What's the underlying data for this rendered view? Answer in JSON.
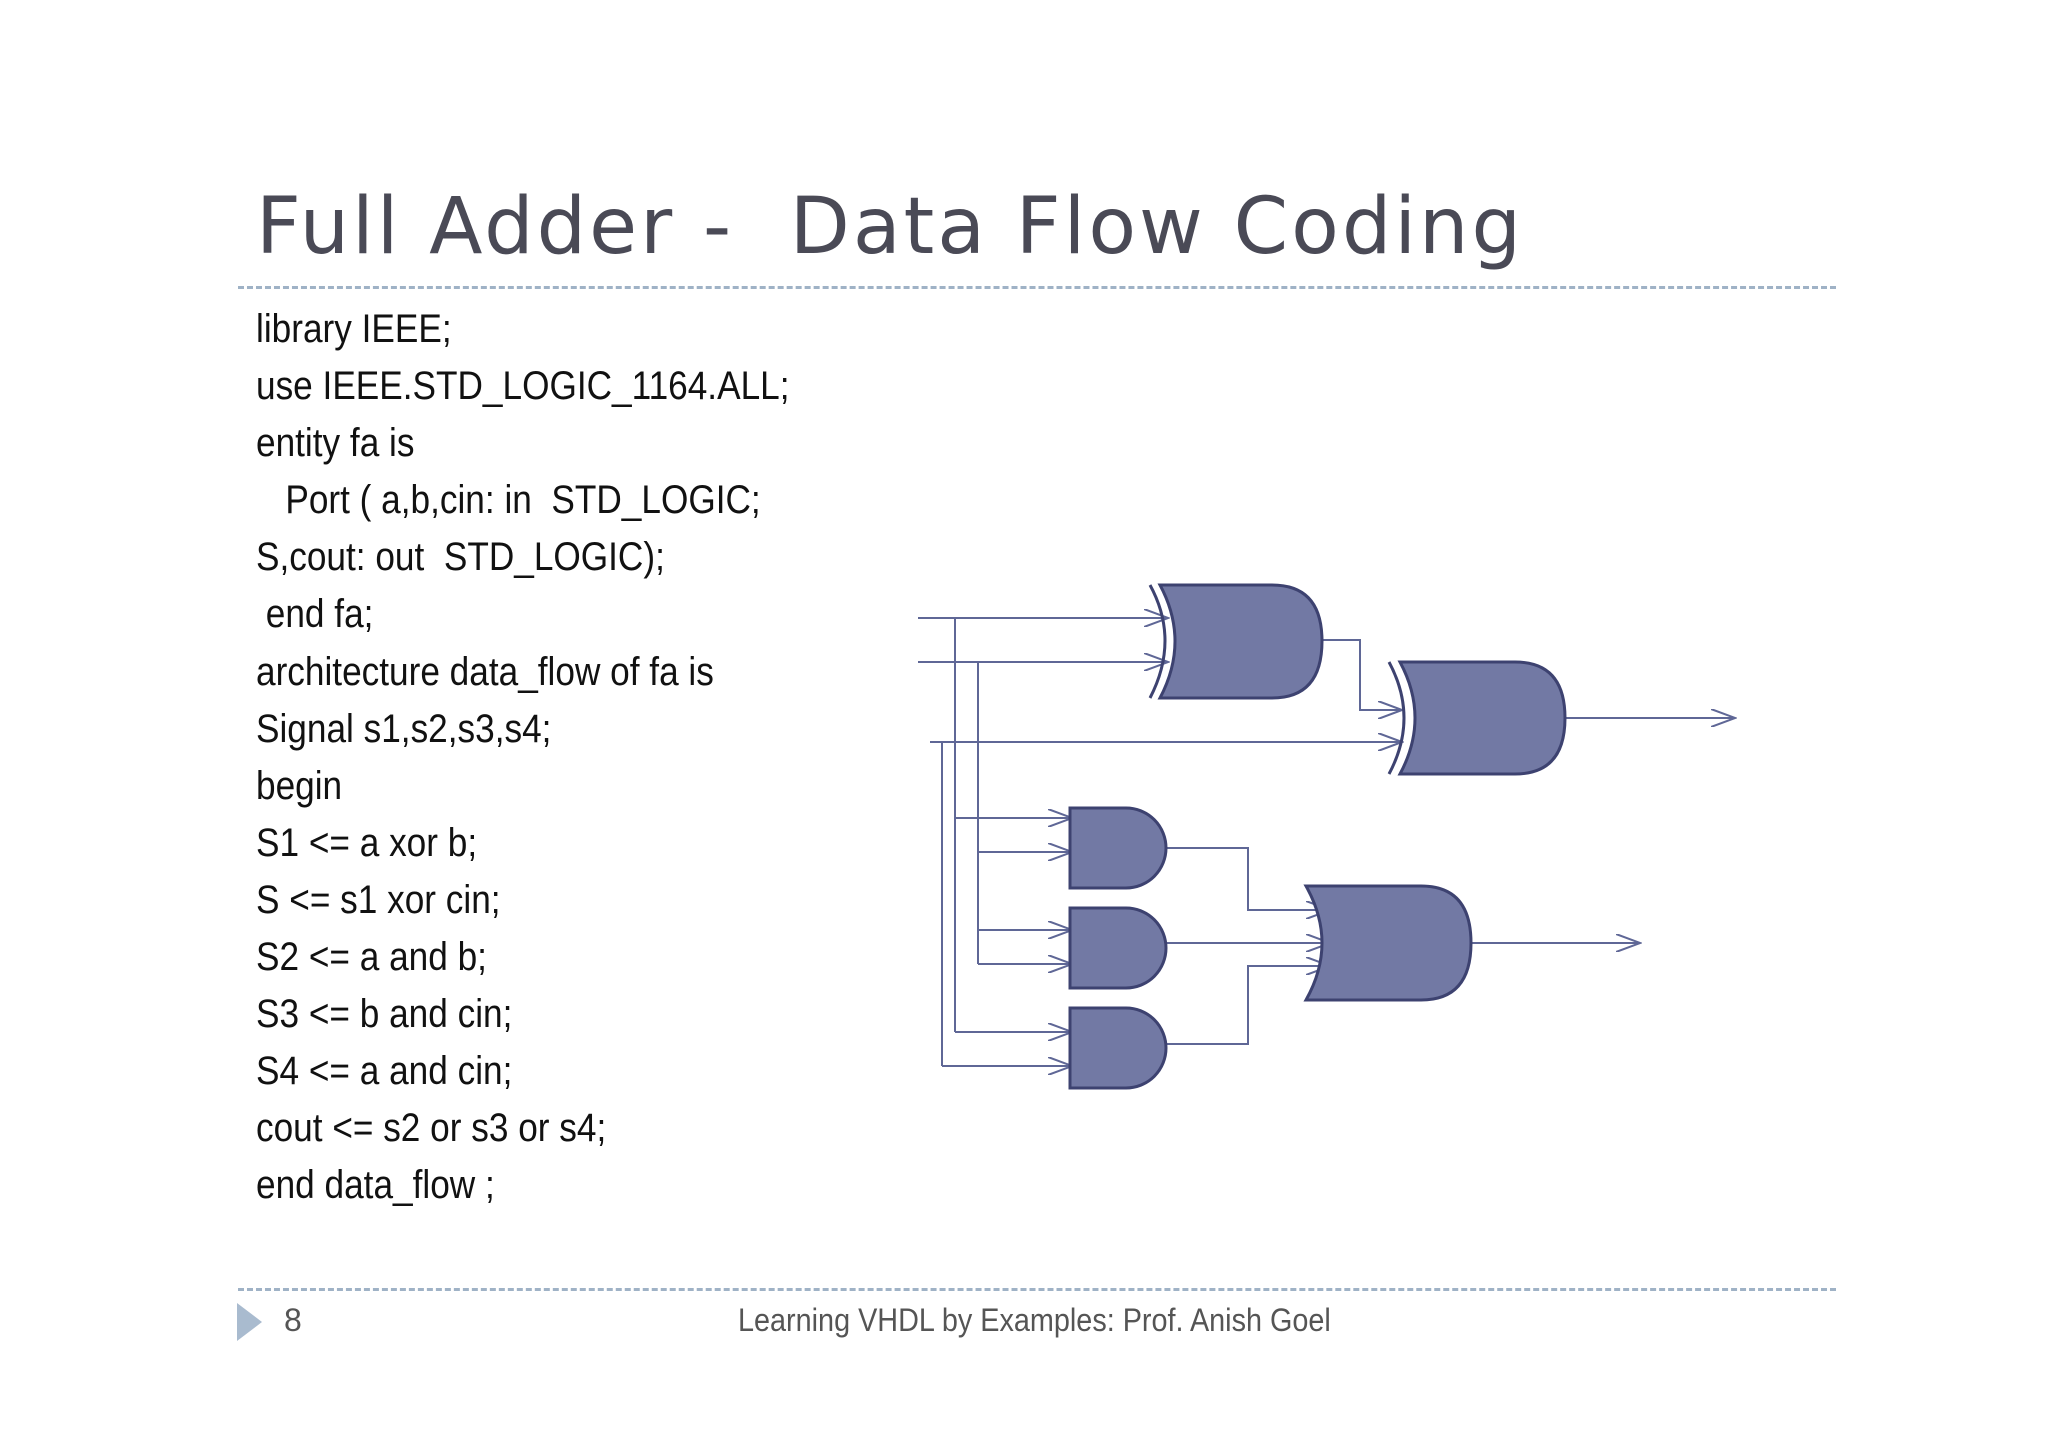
{
  "slide": {
    "title": "Full Adder -  Data Flow Coding",
    "code_lines": [
      "library IEEE;",
      "use IEEE.STD_LOGIC_1164.ALL;",
      "entity fa is",
      "   Port ( a,b,cin: in  STD_LOGIC;",
      "S,cout: out  STD_LOGIC);",
      " end fa;",
      "architecture data_flow of fa is",
      "Signal s1,s2,s3,s4;",
      "begin",
      "S1 <= a xor b;",
      "S <= s1 xor cin;",
      "S2 <= a and b;",
      "S3 <= b and cin;",
      "S4 <= a and cin;",
      "cout <= s2 or s3 or s4;",
      "end data_flow ;"
    ]
  },
  "diagram": {
    "gates": [
      {
        "id": "xor1",
        "type": "xor-gate"
      },
      {
        "id": "xor2",
        "type": "xor-gate"
      },
      {
        "id": "and1",
        "type": "and-gate"
      },
      {
        "id": "and2",
        "type": "and-gate"
      },
      {
        "id": "and3",
        "type": "and-gate"
      },
      {
        "id": "or1",
        "type": "or-gate"
      }
    ],
    "colors": {
      "gate_fill": "#7279a4",
      "gate_stroke": "#3d4270",
      "wire": "#5f6796"
    }
  },
  "footer": {
    "page_number": "8",
    "text": "Learning VHDL by Examples: Prof. Anish Goel"
  }
}
